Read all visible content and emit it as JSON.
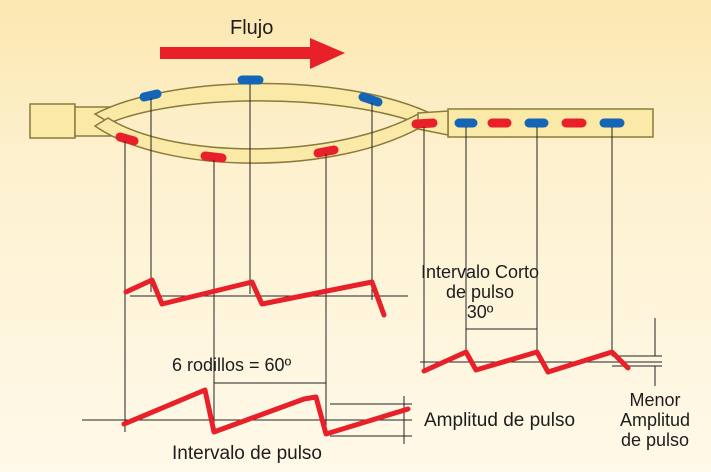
{
  "labels": {
    "flow": "Flujo",
    "short_interval_line1": "Intervalo Corto",
    "short_interval_line2": "de pulso",
    "short_angle": "30º",
    "rollers": "6 rodillos = 60º",
    "pulse_amplitude": "Amplitud de pulso",
    "pulse_interval": "Intervalo de pulso",
    "lower_amp_line1": "Menor",
    "lower_amp_line2": "Amplitud",
    "lower_amp_line3": "de pulso"
  },
  "colors": {
    "pulse_red": "#e8202a",
    "roller_blue": "#1565b7",
    "tube_fill": "#fbe9a8",
    "tube_stroke": "#8a7a3c",
    "line": "#222222"
  }
}
